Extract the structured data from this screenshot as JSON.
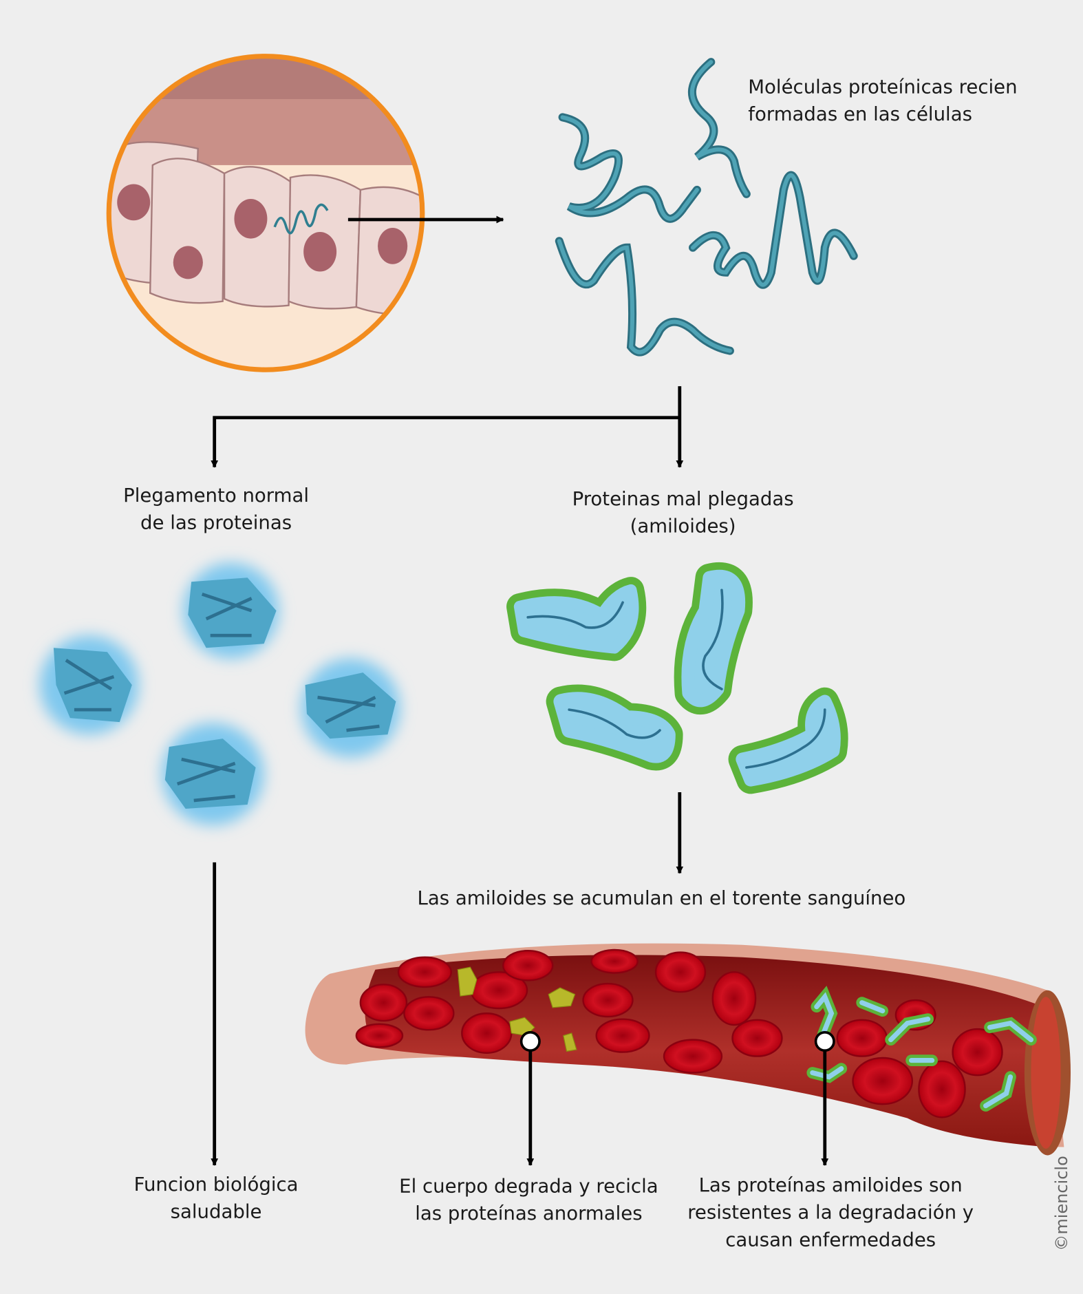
{
  "labels": {
    "new_molecules_l1": "Moléculas proteínicas recien",
    "new_molecules_l2": "formadas en las células",
    "normal_fold_l1": "Plegamento normal",
    "normal_fold_l2": "de las proteinas",
    "misfolded_l1": "Proteinas mal plegadas",
    "misfolded_l2": "(amiloides)",
    "accumulate": "Las amiloides se acumulan en el torente sanguíneo",
    "healthy_l1": "Funcion biológica",
    "healthy_l2": "saludable",
    "recycle_l1": "El cuerpo degrada y recicla",
    "recycle_l2": "las proteínas anormales",
    "resistant_l1": "Las proteínas amiloides son",
    "resistant_l2": "resistentes a la degradación y",
    "resistant_l3": "causan enfermedades"
  },
  "credit": "©mienciclo",
  "colors": {
    "background": "#eeeeee",
    "circle_border": "#f28c1e",
    "protein_strand": "#3a8ea0",
    "folded_glow": "#7fc8ee",
    "amyloid_green": "#5cb33a",
    "amyloid_blue": "#8fd0ea",
    "blood_red": "#c8101a",
    "vessel": "#d99a86"
  }
}
